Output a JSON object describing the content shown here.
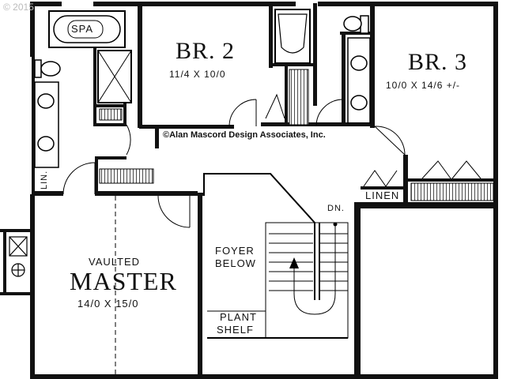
{
  "copyright_corner": "© 2015",
  "copyright_center": "©Alan Mascord Design Associates, Inc.",
  "rooms": {
    "br2": {
      "name": "BR. 2",
      "dims": "11/4 X 10/0"
    },
    "br3": {
      "name": "BR. 3",
      "dims": "10/0 X 14/6 +/-"
    },
    "master": {
      "prefix": "VAULTED",
      "name": "MASTER",
      "dims": "14/0 X 15/0"
    }
  },
  "labels": {
    "spa": "SPA",
    "lin": "LIN.",
    "linen": "LINEN",
    "dn": "DN.",
    "foyer_line1": "FOYER",
    "foyer_line2": "BELOW",
    "plant_line1": "PLANT",
    "plant_line2": "SHELF"
  }
}
